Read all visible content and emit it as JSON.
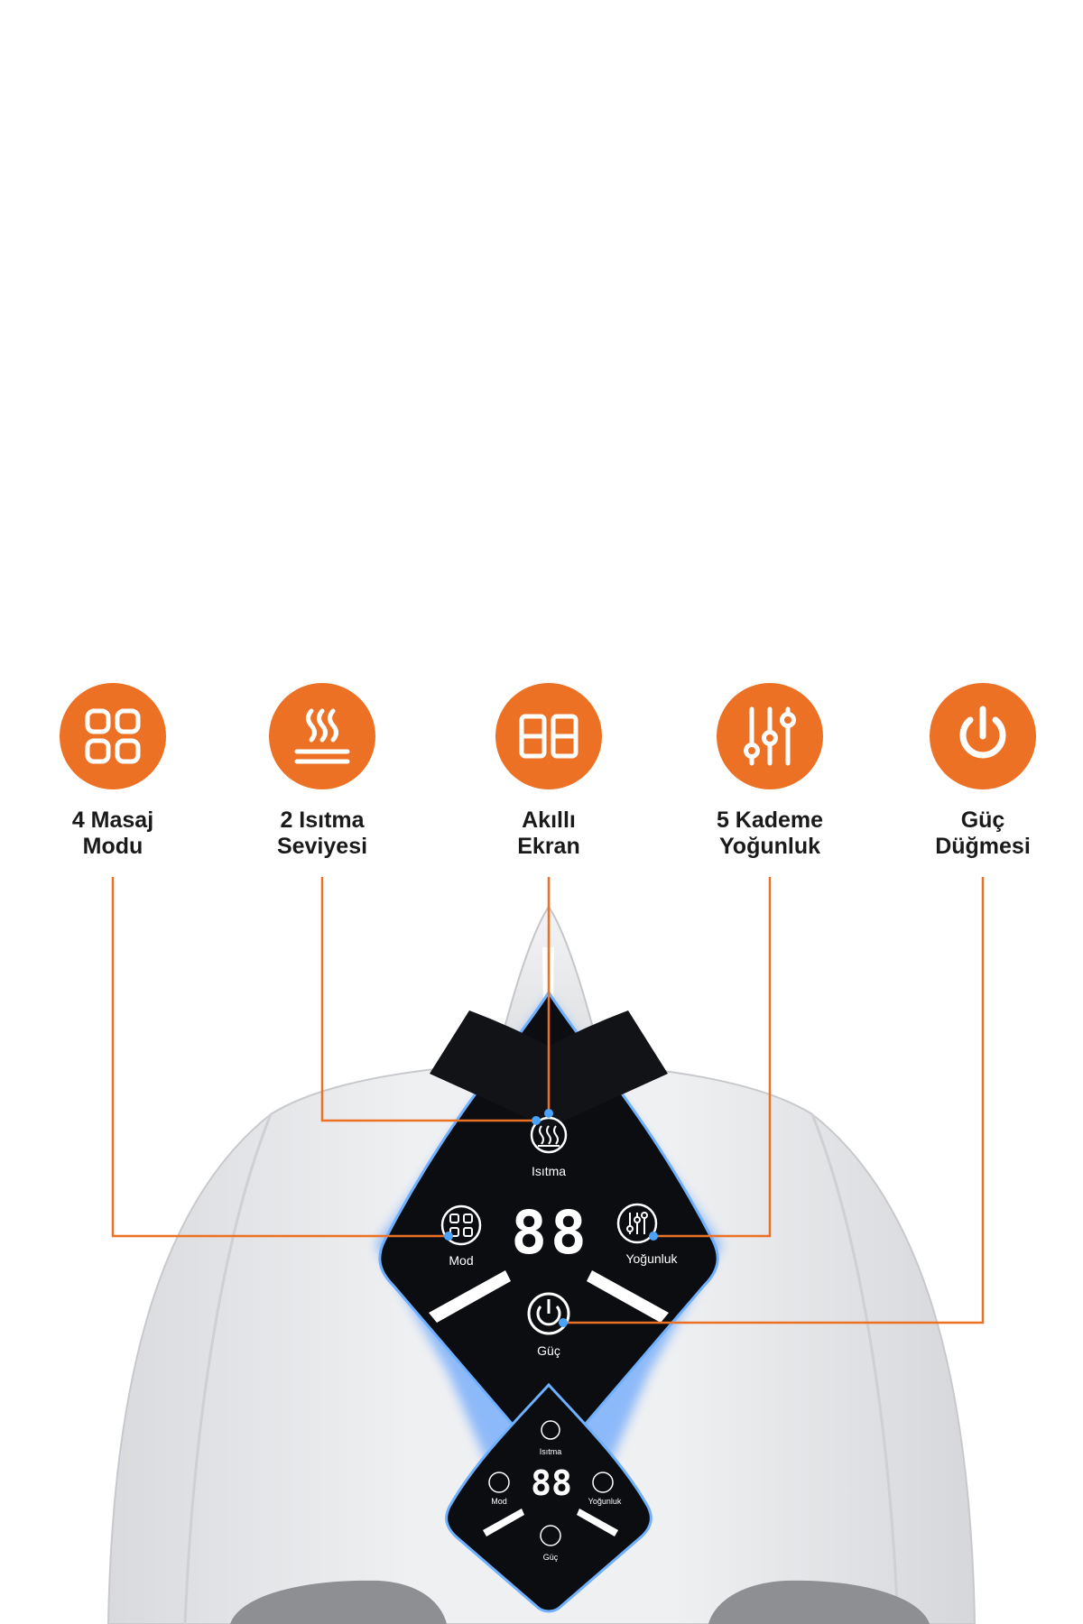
{
  "features": [
    {
      "label": "4 Masaj\nModu",
      "icon": "grid-icon"
    },
    {
      "label": "2 Isıtma\nSeviyesi",
      "icon": "heat-icon"
    },
    {
      "label": "Akıllı\nEkran",
      "icon": "display-icon"
    },
    {
      "label": "5 Kademe\nYoğunluk",
      "icon": "sliders-icon"
    },
    {
      "label": "Güç\nDüğmesi",
      "icon": "power-icon"
    }
  ],
  "panel": {
    "heat_label": "Isıtma",
    "mode_label": "Mod",
    "intensity_label": "Yoğunluk",
    "power_label": "Güç",
    "display_value": "88"
  },
  "colors": {
    "accent": "#ec7125",
    "panel": "#0b0d10",
    "glow": "#3c8dff",
    "device": "#e9eaec"
  }
}
